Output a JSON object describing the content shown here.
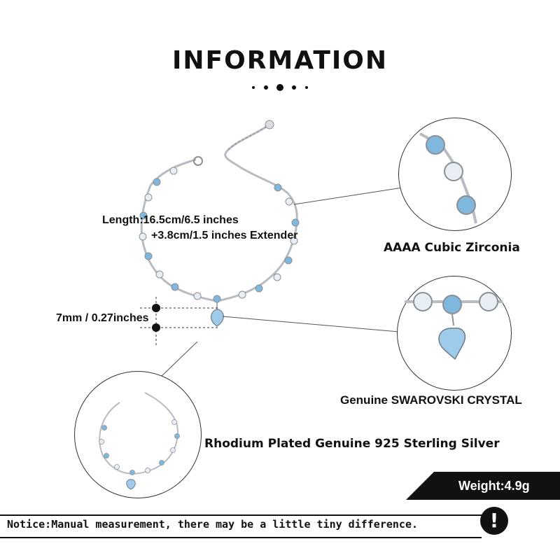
{
  "title": "INFORMATION",
  "measurements": {
    "length_line1": "Length:16.5cm/6.5 inches",
    "length_line2": "+3.8cm/1.5 inches Extender",
    "width": "7mm / 0.27inches"
  },
  "features": {
    "zirconia": "AAAA Cubic Zirconia",
    "crystal": "Genuine SWAROVSKI CRYSTAL",
    "silver": "Rhodium Plated Genuine 925 Sterling Silver"
  },
  "weight": "Weight:4.9g",
  "notice": "Notice:Manual measurement, there may be a little tiny difference.",
  "alert_symbol": "!",
  "colors": {
    "accent": "#111111",
    "crystal_blue": "#7fb7dd",
    "crystal_clear": "#e8eef3",
    "silver": "#b8bcc2"
  }
}
